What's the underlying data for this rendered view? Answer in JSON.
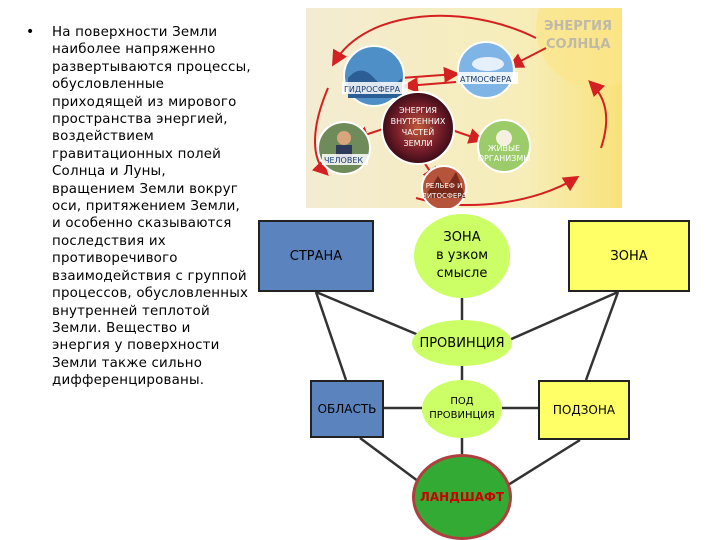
{
  "slide": {
    "bullet": "•",
    "text": "На поверхности Земли наиболее напряженно развертываются процессы, обусловленные приходящей из мирового пространства энергией, воздействием гравитационных полей Солнца и Луны, вращением Земли вокруг оси, притяжением Земли, и особенно сказываются последствия их противоречивого взаимодействия с группой процессов, обусловленных внутренней теплотой Земли. Вещество и энергия у поверхности Земли также сильно дифференцированы."
  },
  "picture": {
    "sun_label_1": "ЭНЕРГИЯ",
    "sun_label_2": "СОЛНЦА",
    "hydrosphere": "ГИДРОСФЕРА",
    "atmosphere": "АТМОСФЕРА",
    "inner_1": "ЭНЕРГИЯ",
    "inner_2": "ВНУТРЕННИХ",
    "inner_3": "ЧАСТЕЙ",
    "inner_4": "ЗЕМЛИ",
    "human": "ЧЕЛОВЕК",
    "living_1": "ЖИВЫЕ",
    "living_2": "ОРГАНИЗМЫ",
    "relief_1": "РЕЛЬЕФ И",
    "relief_2": "ЛИТОСФЕРА"
  },
  "hierarchy": {
    "strana": "СТРАНА",
    "zona_narrow_1": "ЗОНА",
    "zona_narrow_2": "в узком",
    "zona_narrow_3": "смысле",
    "zona": "ЗОНА",
    "provintsiya": "ПРОВИНЦИЯ",
    "oblast": "ОБЛАСТЬ",
    "podprov_1": "ПОД",
    "podprov_2": "ПРОВИНЦИЯ",
    "podzona": "ПОДЗОНА",
    "landshaft": "ЛАНДШАФТ"
  },
  "colors": {
    "blue_box": "#5b83be",
    "yellow_box": "#ffff66",
    "green_circle": "#ccff66",
    "landshaft_fill": "#33aa33",
    "landshaft_text": "#cc0000",
    "arrow_red": "#d42020"
  }
}
